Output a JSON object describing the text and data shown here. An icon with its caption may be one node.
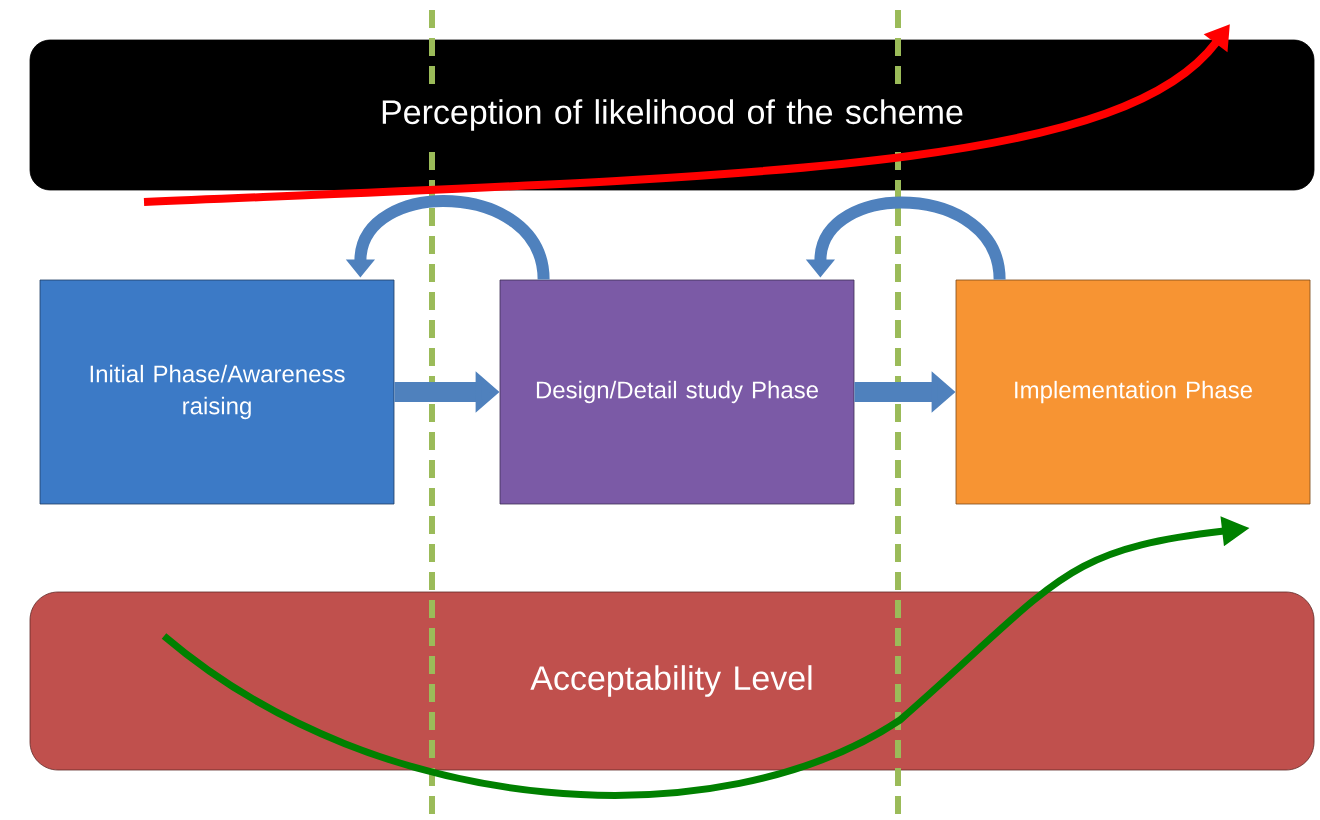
{
  "diagram": {
    "nodes": [
      {
        "text": [
          "Perception of likelihood of the scheme"
        ]
      },
      {
        "text": [
          "Initial Phase/Awareness raising"
        ]
      },
      {
        "text": [
          "Design/Detail study Phase"
        ]
      },
      {
        "text": [
          "Implementation Phase"
        ]
      },
      {
        "text": [
          "Acceptability Level"
        ]
      }
    ],
    "edges": [
      {
        "from": 1,
        "to": 2,
        "arrow": "to"
      },
      {
        "from": 2,
        "to": 3,
        "arrow": "to"
      },
      {
        "from": 2,
        "to": 1,
        "arrow": "to"
      },
      {
        "from": 3,
        "to": 2,
        "arrow": "to"
      }
    ]
  }
}
